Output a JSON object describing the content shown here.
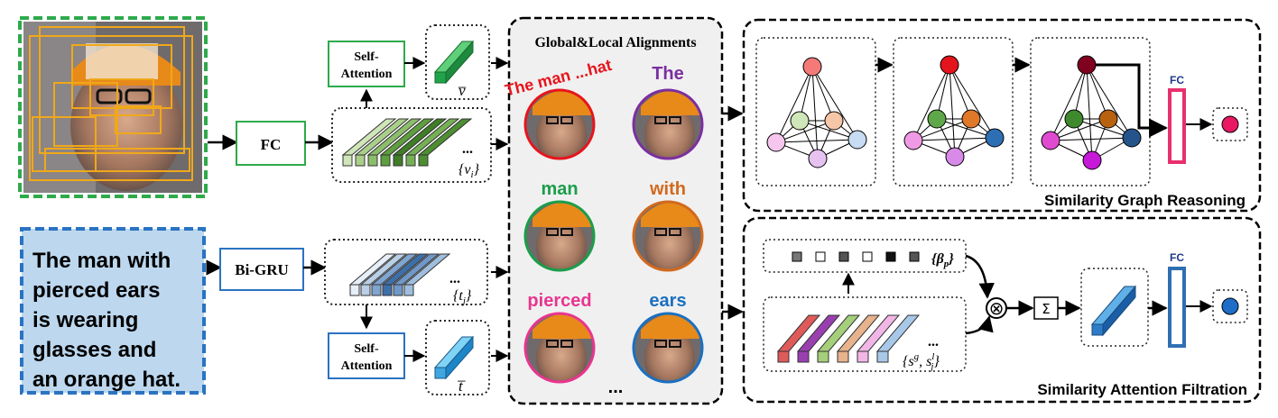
{
  "image_panel": {
    "caption_text": "The man with pierced ears is wearing glasses and an orange hat."
  },
  "caption_lines": [
    "The man with",
    "pierced ears",
    "is wearing",
    "glasses and",
    "an orange hat."
  ],
  "boxes": {
    "fc_top": "FC",
    "bigru": "Bi-GRU",
    "self_attention_top_l1": "Self-",
    "self_attention_top_l2": "Attention",
    "self_attention_bottom_l1": "Self-",
    "self_attention_bottom_l2": "Attention"
  },
  "vectors": {
    "v_bar": "v̅",
    "v_set": "{v",
    "v_sub": "i",
    "t_bar": "t̅",
    "t_set": "{t",
    "t_sub": "j",
    "ellipsis": "..."
  },
  "alignments": {
    "title": "Global&Local  Alignments",
    "words": [
      {
        "text": "The man ...hat",
        "color": "#e8141c"
      },
      {
        "text": "The",
        "color": "#7b2fa0"
      },
      {
        "text": "man",
        "color": "#1a9e4a"
      },
      {
        "text": "with",
        "color": "#d2691e"
      },
      {
        "text": "pierced",
        "color": "#e8358f"
      },
      {
        "text": "ears",
        "color": "#1a70c0"
      }
    ],
    "more": "..."
  },
  "graph_panel": {
    "title": "Similarity Graph Reasoning",
    "fc_label": "FC"
  },
  "filtration_panel": {
    "title": "Similarity Attention Filtration",
    "fc_label": "FC",
    "beta_label": "{β",
    "beta_sub": "p",
    "s_label": "{s",
    "s_sup_g": "g",
    "s_mid": ", s",
    "s_sup_l": "l",
    "s_sub_j": "j",
    "sum_symbol": "Σ",
    "otimes_symbol": "⊗",
    "ellipsis": "..."
  },
  "colors": {
    "green": "#2eaa4a",
    "blue_dash": "#2a73c2",
    "caption_bg": "#bcd7ee",
    "fc_pink": "#e8306e",
    "fc_blue": "#2e6fb4",
    "node_top_pink": "#f47a7a",
    "node_top_red": "#e3141c",
    "node_top_dark": "#800020",
    "output_pink": "#ea1763",
    "output_blue": "#1e6ec8"
  }
}
